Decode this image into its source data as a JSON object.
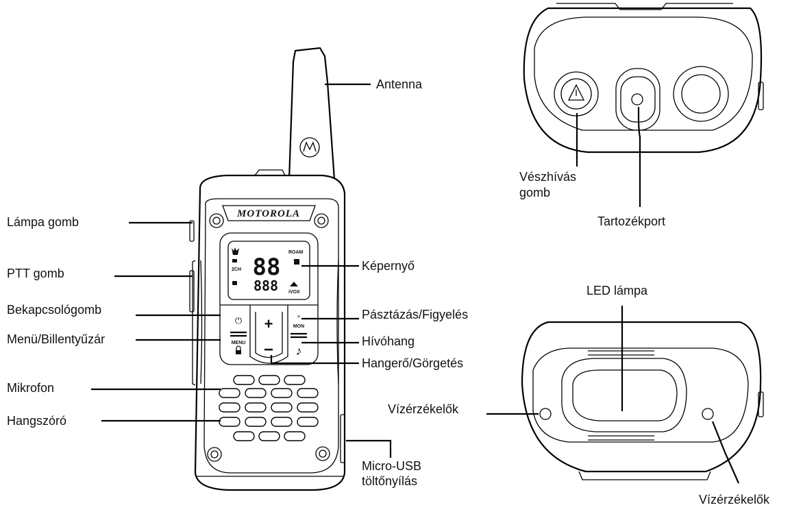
{
  "labels": {
    "antenna": "Antenna",
    "lamp_button": "Lámpa gomb",
    "ptt_button": "PTT gomb",
    "power_button": "Bekapcsológomb",
    "menu_keylock": "Menü/Billentyűzár",
    "microphone": "Mikrofon",
    "speaker": "Hangszóró",
    "display": "Képernyő",
    "scan_monitor": "Pásztázás/Figyelés",
    "call_tone": "Hívóhang",
    "volume_scroll": "Hangerő/Görgetés",
    "micro_usb_line1": "Micro-USB",
    "micro_usb_line2": "töltőnyílás",
    "emergency_line1": "Vészhívás",
    "emergency_line2": "gomb",
    "accessory_port": "Tartozékport",
    "led_lamp": "LED lámpa",
    "water_sensors_left": "Vízérzékelők",
    "water_sensors_right": "Vízérzékelők"
  },
  "device": {
    "brand": "MOTOROLA",
    "lcd_big": "88",
    "lcd_small": "888",
    "lcd_ch": "2CH",
    "lcd_vox": "iVOX",
    "lcd_roam": "ROAM",
    "key_menu": "MENU",
    "key_mon": "MON",
    "key_plus": "+",
    "key_minus": "−",
    "key_power": "⏻",
    "key_tone": "♪",
    "key_lock": "🔒"
  },
  "icons": [
    "warning-triangle-icon",
    "power-icon",
    "lock-icon",
    "music-note-icon",
    "motorola-logo-icon"
  ]
}
